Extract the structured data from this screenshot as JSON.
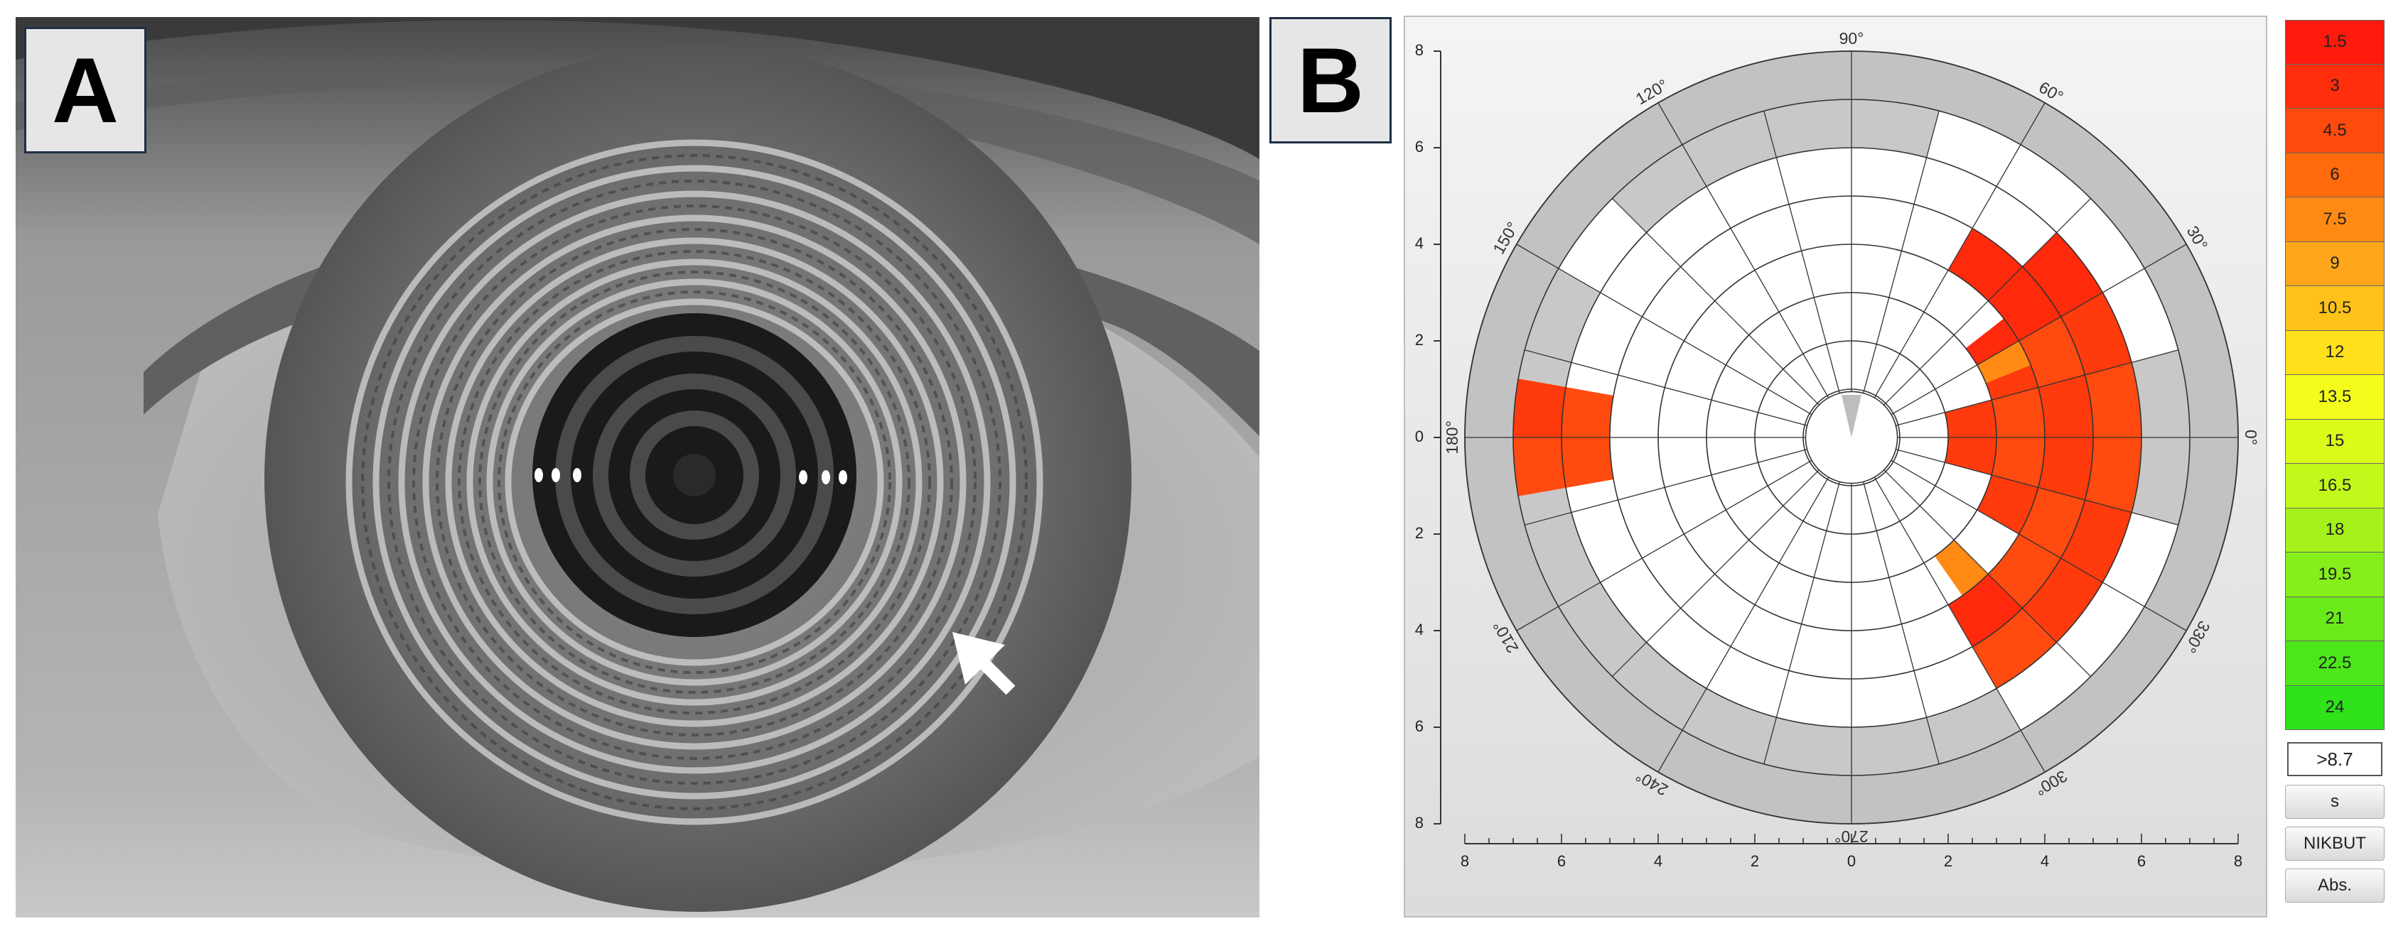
{
  "panel_a": {
    "label": "A",
    "annotation_icon": "arrow-icon"
  },
  "panel_b": {
    "label": "B",
    "angle_labels": [
      "90°",
      "60°",
      "30°",
      "0°",
      "330°",
      "300°",
      "270°",
      "240°",
      "210°",
      "180°",
      "150°",
      "120°"
    ],
    "y_tick_labels": [
      "8",
      "6",
      "4",
      "2",
      "0",
      "2",
      "4",
      "6",
      "8"
    ],
    "x_tick_labels": [
      "8",
      "6",
      "4",
      "2",
      "0",
      "2",
      "4",
      "6",
      "8"
    ],
    "legend": [
      {
        "label": "1.5",
        "color": "#ff1a0d"
      },
      {
        "label": "3",
        "color": "#ff2e0d"
      },
      {
        "label": "4.5",
        "color": "#ff4a0d"
      },
      {
        "label": "6",
        "color": "#ff6a0d"
      },
      {
        "label": "7.5",
        "color": "#ff8a14"
      },
      {
        "label": "9",
        "color": "#ffa61a"
      },
      {
        "label": "10.5",
        "color": "#ffc21a"
      },
      {
        "label": "12",
        "color": "#ffe01a"
      },
      {
        "label": "13.5",
        "color": "#f3fc1a"
      },
      {
        "label": "15",
        "color": "#ddfb1a"
      },
      {
        "label": "16.5",
        "color": "#c2f81a"
      },
      {
        "label": "18",
        "color": "#a4f21a"
      },
      {
        "label": "19.5",
        "color": "#86ee1a"
      },
      {
        "label": "21",
        "color": "#6aea1a"
      },
      {
        "label": "22.5",
        "color": "#4de61a"
      },
      {
        "label": "24",
        "color": "#2fe21a"
      }
    ],
    "threshold": ">8.7",
    "buttons": {
      "s": "s",
      "nikbut": "NIKBUT",
      "abs": "Abs."
    }
  }
}
